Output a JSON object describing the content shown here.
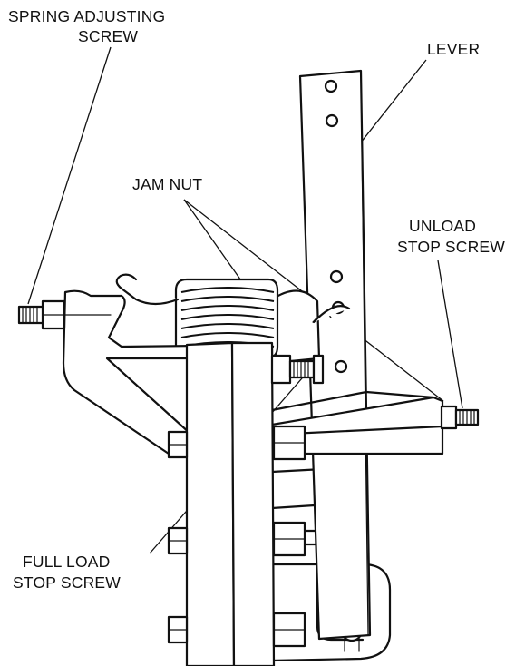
{
  "labels": {
    "spring_adjusting_screw": [
      "SPRING ADJUSTING",
      "SCREW"
    ],
    "lever": "LEVER",
    "jam_nut": "JAM NUT",
    "unload_stop_screw": [
      "UNLOAD",
      "STOP SCREW"
    ],
    "full_load_stop_screw": [
      "FULL LOAD",
      "STOP SCREW"
    ]
  },
  "colors": {
    "ink": "#111111",
    "background": "#ffffff"
  }
}
